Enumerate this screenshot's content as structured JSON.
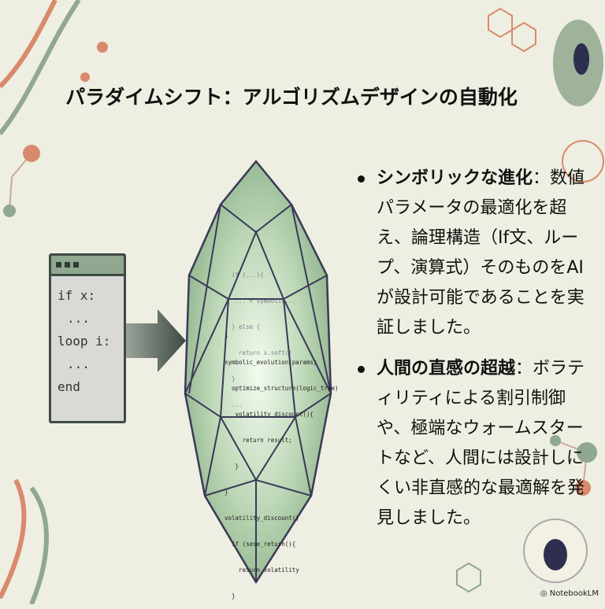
{
  "title": "パラダイムシフト：アルゴリズムデザインの自動化",
  "code_window": {
    "lines": [
      "if x:",
      "  ...",
      "loop i:",
      "  ...",
      "end"
    ]
  },
  "crystal_code": {
    "lines": [
      "}",
      "symbolic_evolution(params)",
      "  optimize_structure(logic_tree)",
      "   volatility_discount(){",
      "     return result;",
      "   }",
      "}",
      "volatility_discount()",
      "  if (sese_return(){",
      "    return volatility",
      "  }"
    ],
    "upper_lines": [
      "  if (...){",
      "   ... = symbolic...",
      "  } else {",
      "    return x.soft()",
      "  }",
      "  ..."
    ]
  },
  "bullets": [
    {
      "heading": "シンボリックな進化",
      "text": "：数値パラメータの最適化を超え、論理構造（If文、ループ、演算式）そのものをAIが設計可能であることを実証しました。"
    },
    {
      "heading": "人間の直感の超越",
      "text": "：ボラティリティによる割引制御や、極端なウォームスタートなど、人間には設計しにくい非直感的な最適解を発見しました。"
    }
  ],
  "logo": "NotebookLM",
  "colors": {
    "background": "#eeeee2",
    "accent_green": "#8fa88f",
    "accent_orange": "#d98a6c",
    "crystal_line": "#3a3a58"
  }
}
